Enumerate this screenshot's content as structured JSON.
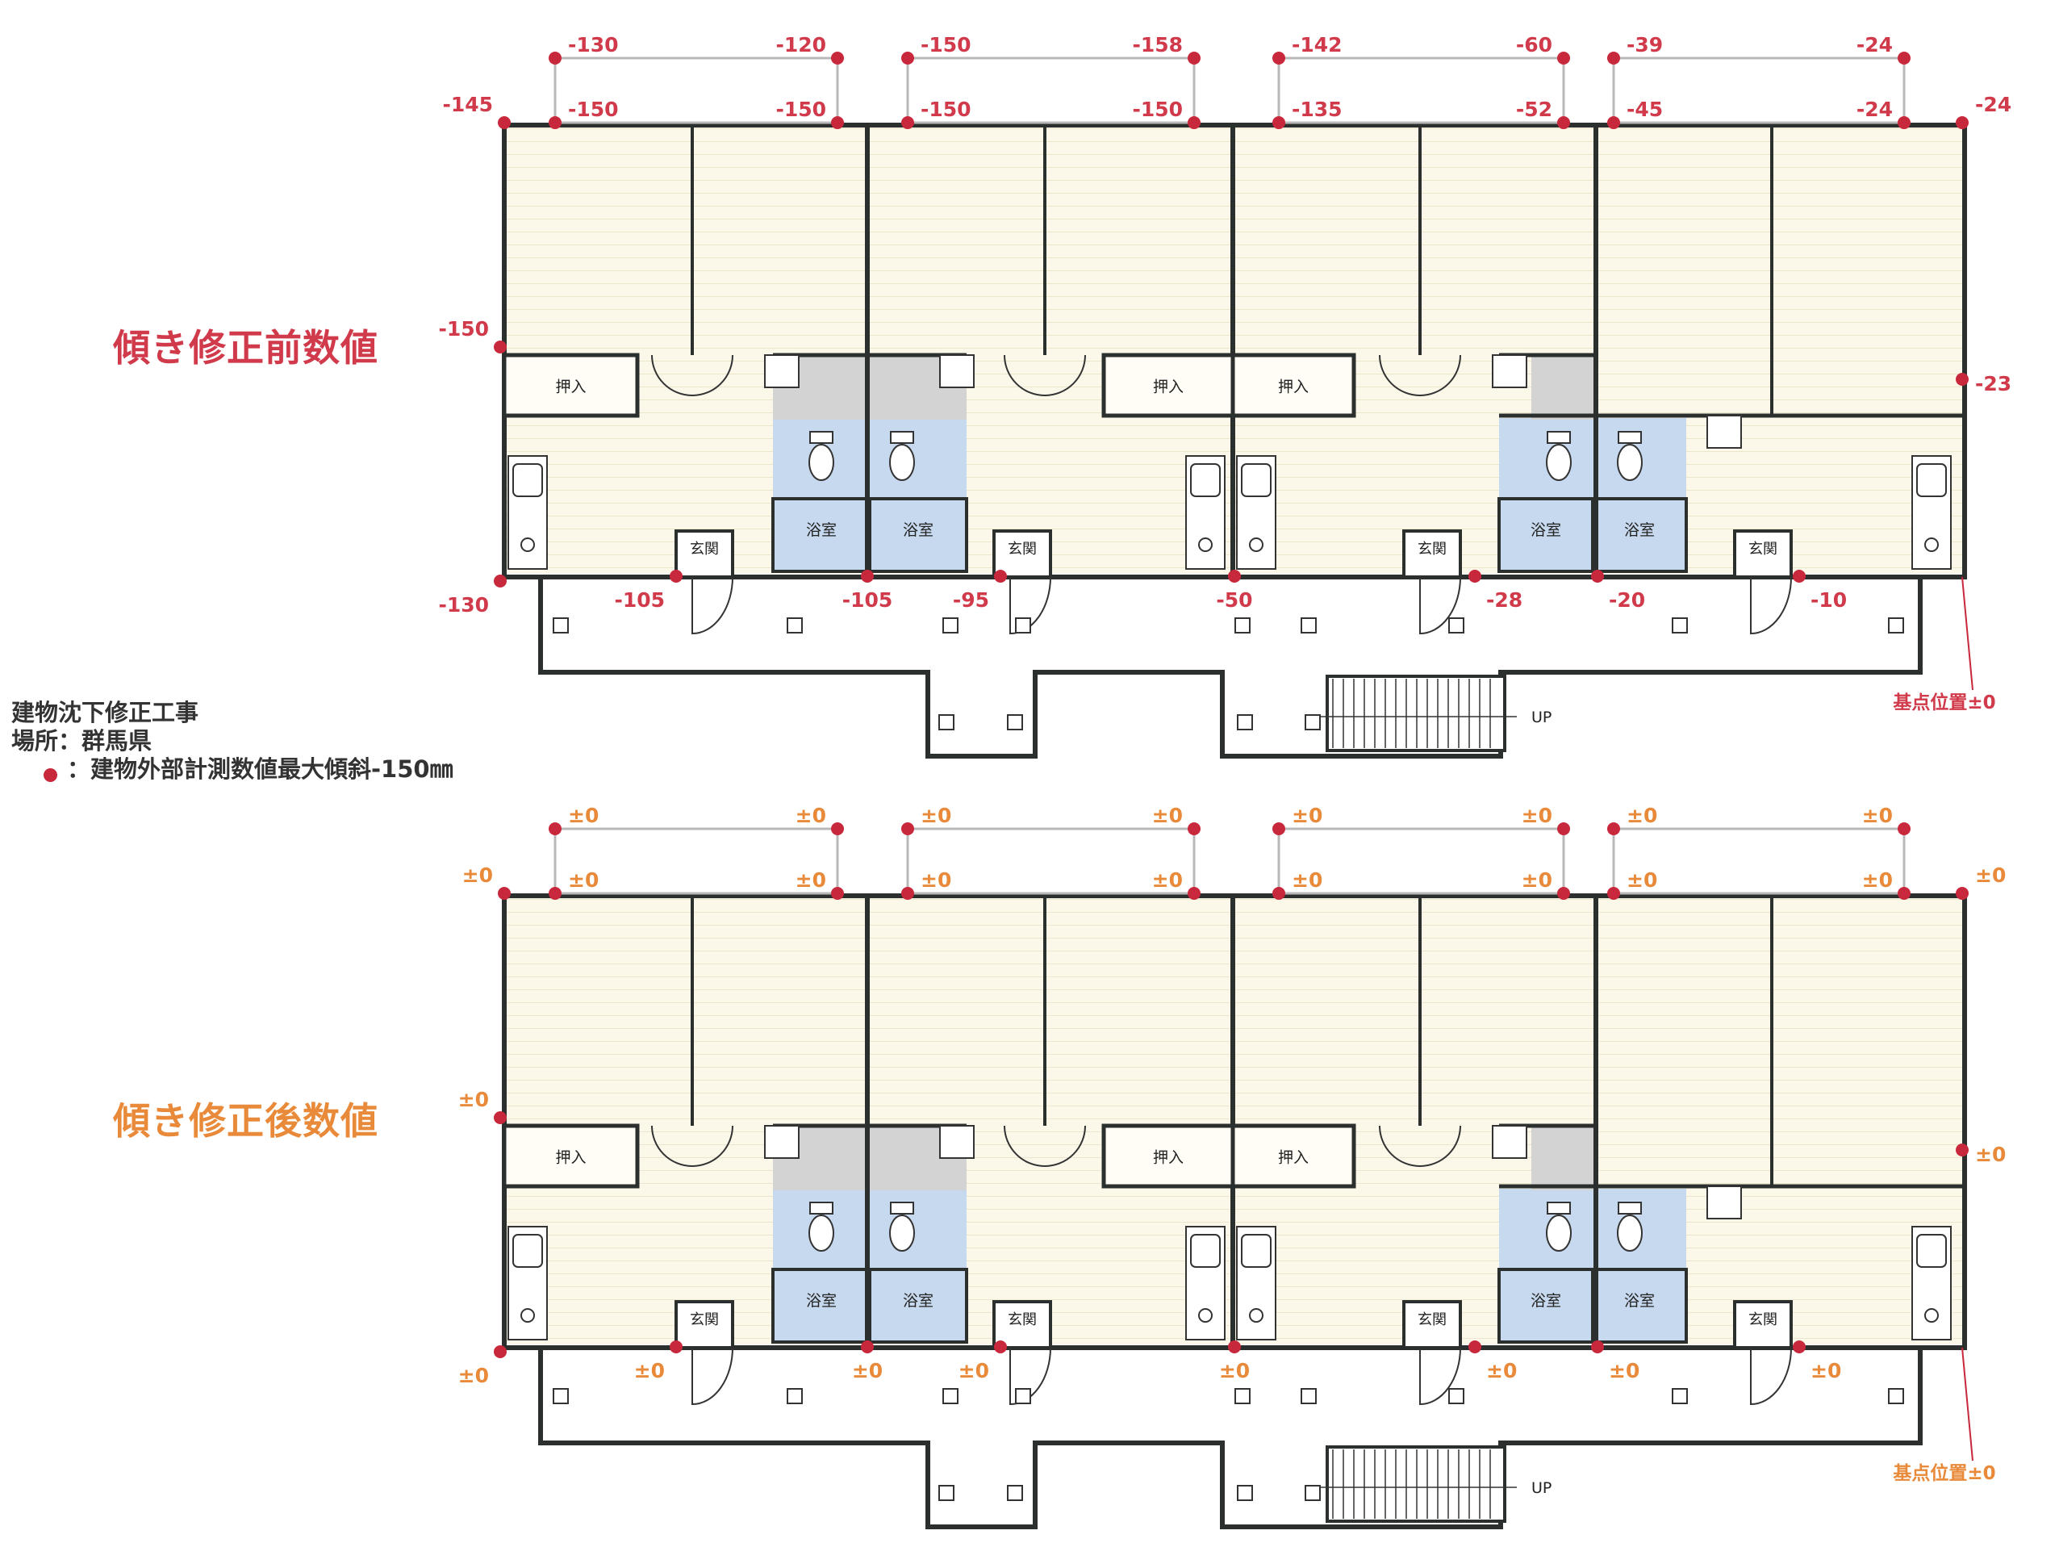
{
  "colors": {
    "before": "#d03a4a",
    "after": "#e88a3a",
    "dot": "#c8283c",
    "info": "#333333",
    "wall": "#2b2f2d",
    "floor": "#fbf8ea",
    "bath": "#c7d9ee",
    "closet": "#d3d3d3"
  },
  "headings": {
    "before": "傾き修正前数値",
    "after": "傾き修正後数値"
  },
  "info": {
    "line1": "建物沈下修正工事",
    "line2": "場所：群馬県",
    "legend": "：建物外部計測数値最大傾斜-150㎜"
  },
  "room_labels": {
    "closet": "押入",
    "entrance": "玄関",
    "bath": "浴室",
    "stairs": "UP"
  },
  "reference_label": "基点位置±0",
  "plans": [
    {
      "id": "before",
      "points": [
        "-130",
        "-120",
        "-150",
        "-158",
        "-142",
        "-60",
        "-39",
        "-24",
        "-145",
        "-150",
        "-150",
        "-150",
        "-150",
        "-135",
        "-52",
        "-45",
        "-24",
        "-24",
        "-150",
        "-23",
        "-130",
        "-105",
        "-105",
        "-95",
        "-50",
        "-28",
        "-20",
        "-10"
      ]
    },
    {
      "id": "after",
      "points": [
        "±0",
        "±0",
        "±0",
        "±0",
        "±0",
        "±0",
        "±0",
        "±0",
        "±0",
        "±0",
        "±0",
        "±0",
        "±0",
        "±0",
        "±0",
        "±0",
        "±0",
        "±0",
        "±0",
        "±0",
        "±0",
        "±0",
        "±0",
        "±0",
        "±0",
        "±0",
        "±0",
        "±0"
      ]
    }
  ]
}
